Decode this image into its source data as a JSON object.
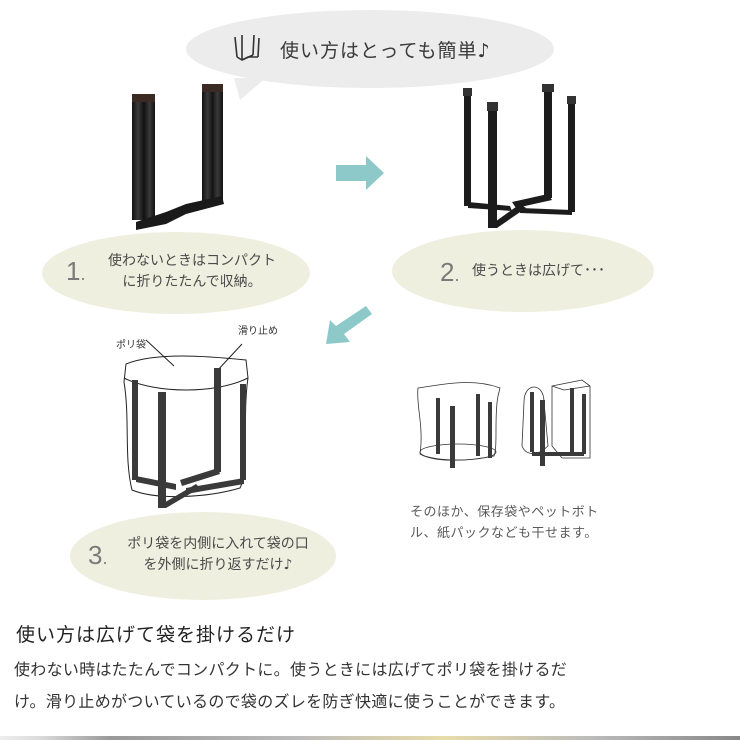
{
  "header": {
    "title": "使い方はとっても簡単♪",
    "icon": "stand-icon"
  },
  "steps": [
    {
      "number": "1",
      "line1": "使わないときはコンパクト",
      "line2": "に折りたたんで収納。"
    },
    {
      "number": "2",
      "line1": "使うときは広げて･･･",
      "line2": ""
    },
    {
      "number": "3",
      "line1": "ポリ袋を内側に入れて袋の口",
      "line2": "を外側に折り返すだけ♪"
    }
  ],
  "illustration_labels": {
    "bag": "ポリ袋",
    "grip": "滑り止め"
  },
  "side_note": {
    "line1": "そのほか、保存袋やペットボト",
    "line2": "ル、紙パックなども干せます。"
  },
  "description": {
    "heading": "使い方は広げて袋を掛けるだけ",
    "line1": "使わない時はたたんでコンパクトに。使うときには広げてポリ袋を掛けるだ",
    "line2": "け。滑り止めがついているので袋のズレを防ぎ快適に使うことができます。"
  },
  "colors": {
    "arrow": "#8ec9c9",
    "ellipse": "#efefe0",
    "bubble": "#ececec",
    "stand": "#2a2a2a"
  }
}
